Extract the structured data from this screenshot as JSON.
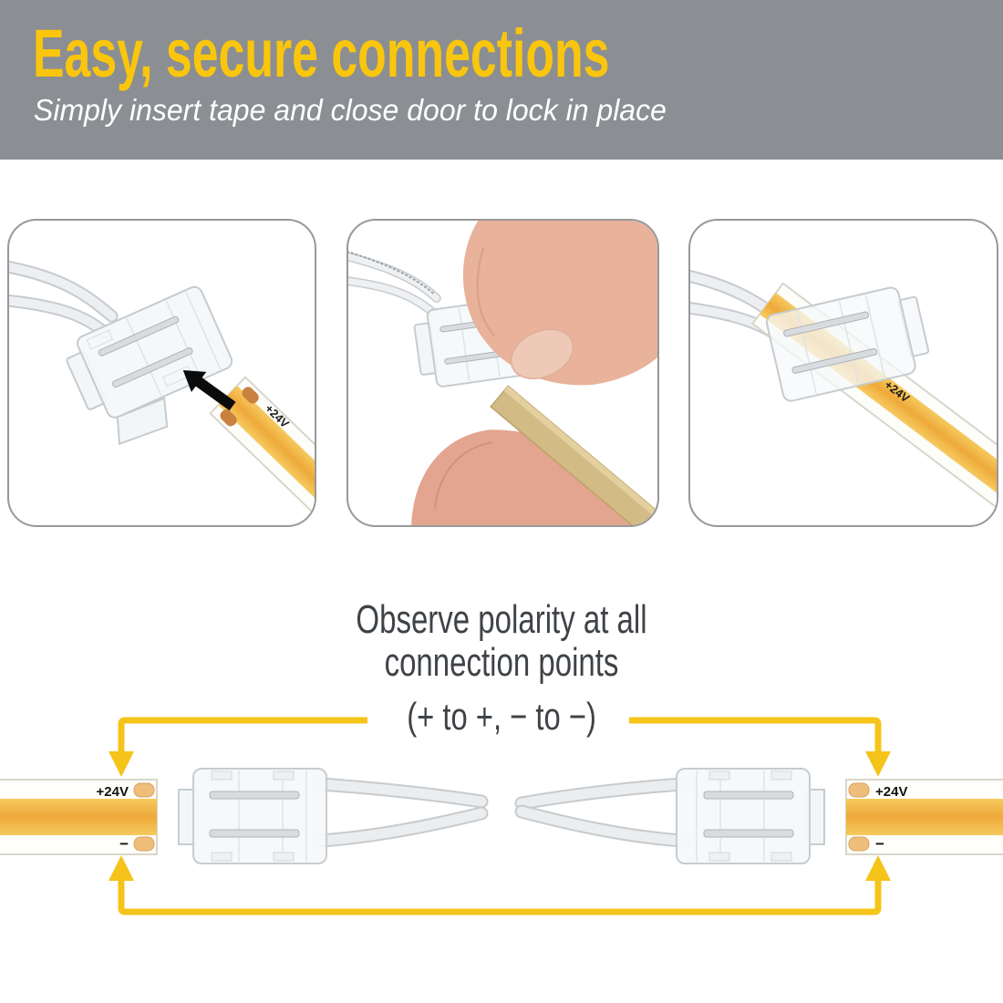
{
  "header": {
    "title": "Easy, secure connections",
    "subtitle": "Simply insert tape and close door to lock in place"
  },
  "colors": {
    "header_bg": "#8B8E93",
    "title_yellow": "#F9C60D",
    "accent_yellow": "#F5C41A",
    "text_dark": "#3F4347",
    "strip_core_yellow": "#EEA93A",
    "pad_copper": "#EFBE7B",
    "panel_border": "#97989B"
  },
  "steps": [
    {
      "id": "insert-tape",
      "strip_label": "+24V"
    },
    {
      "id": "close-door",
      "strip_label": ""
    },
    {
      "id": "locked",
      "strip_label": "+24V"
    }
  ],
  "icons": {
    "insert_arrow": "solid black arrow pointing into connector door",
    "polarity_arrow_down": "yellow arrow pointing down to + pad",
    "polarity_arrow_up": "yellow arrow pointing up to - pad"
  },
  "polarity_note": {
    "line1": "Observe polarity at all",
    "line2": "connection points",
    "formula": "(+ to +, − to −)"
  },
  "diagram": {
    "left_strip": {
      "positive_label": "+24V",
      "negative_label": "−"
    },
    "right_strip": {
      "positive_label": "+24V",
      "negative_label": "−"
    }
  }
}
